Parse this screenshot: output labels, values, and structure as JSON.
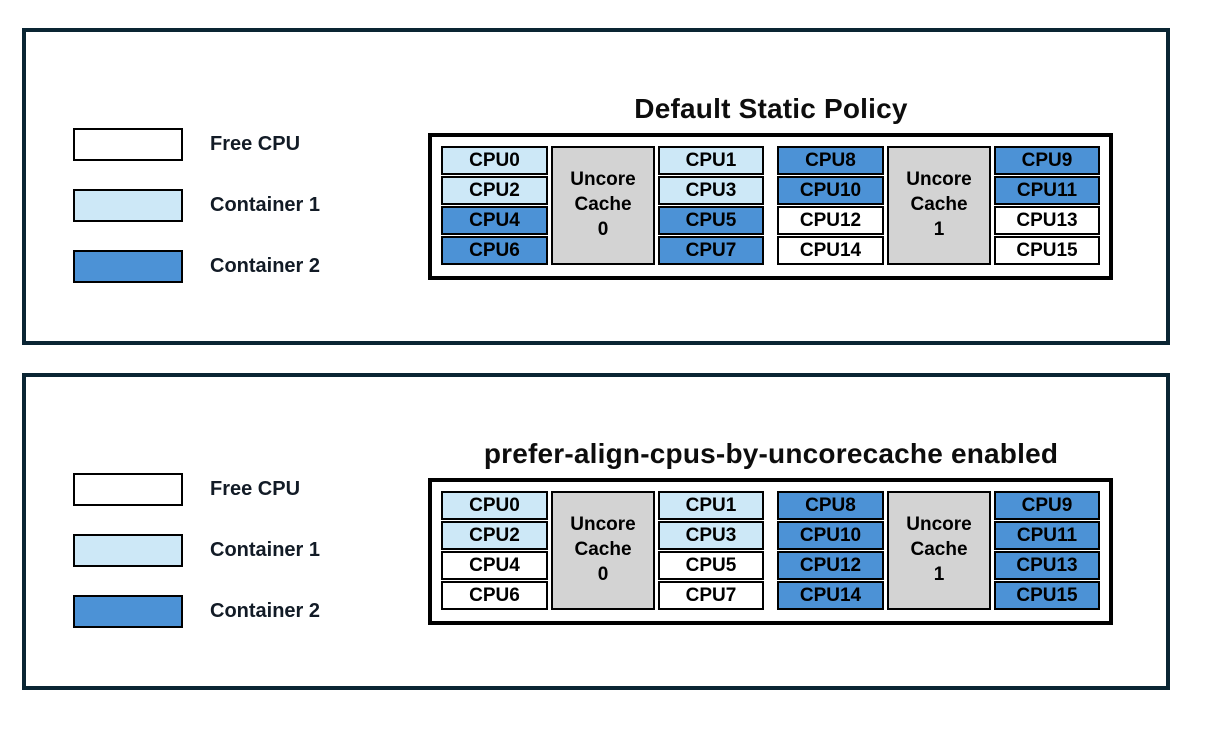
{
  "colors": {
    "free": "#ffffff",
    "container1": "#cde8f7",
    "container2": "#4c92d6",
    "cache": "#d3d3d3",
    "panel_border": "#0a2533",
    "cell_border": "#000000",
    "text": "#0d0d0d"
  },
  "legend": {
    "items": [
      {
        "label": "Free CPU",
        "state": "free"
      },
      {
        "label": "Container 1",
        "state": "container1"
      },
      {
        "label": "Container 2",
        "state": "container2"
      }
    ]
  },
  "panels": [
    {
      "title": "Default Static Policy",
      "caches": [
        {
          "label_lines": [
            "Uncore",
            "Cache",
            "0"
          ],
          "left": [
            {
              "id": "CPU0",
              "state": "container1"
            },
            {
              "id": "CPU2",
              "state": "container1"
            },
            {
              "id": "CPU4",
              "state": "container2"
            },
            {
              "id": "CPU6",
              "state": "container2"
            }
          ],
          "right": [
            {
              "id": "CPU1",
              "state": "container1"
            },
            {
              "id": "CPU3",
              "state": "container1"
            },
            {
              "id": "CPU5",
              "state": "container2"
            },
            {
              "id": "CPU7",
              "state": "container2"
            }
          ]
        },
        {
          "label_lines": [
            "Uncore",
            "Cache",
            "1"
          ],
          "left": [
            {
              "id": "CPU8",
              "state": "container2"
            },
            {
              "id": "CPU10",
              "state": "container2"
            },
            {
              "id": "CPU12",
              "state": "free"
            },
            {
              "id": "CPU14",
              "state": "free"
            }
          ],
          "right": [
            {
              "id": "CPU9",
              "state": "container2"
            },
            {
              "id": "CPU11",
              "state": "container2"
            },
            {
              "id": "CPU13",
              "state": "free"
            },
            {
              "id": "CPU15",
              "state": "free"
            }
          ]
        }
      ]
    },
    {
      "title": "prefer-align-cpus-by-uncorecache enabled",
      "caches": [
        {
          "label_lines": [
            "Uncore",
            "Cache",
            "0"
          ],
          "left": [
            {
              "id": "CPU0",
              "state": "container1"
            },
            {
              "id": "CPU2",
              "state": "container1"
            },
            {
              "id": "CPU4",
              "state": "free"
            },
            {
              "id": "CPU6",
              "state": "free"
            }
          ],
          "right": [
            {
              "id": "CPU1",
              "state": "container1"
            },
            {
              "id": "CPU3",
              "state": "container1"
            },
            {
              "id": "CPU5",
              "state": "free"
            },
            {
              "id": "CPU7",
              "state": "free"
            }
          ]
        },
        {
          "label_lines": [
            "Uncore",
            "Cache",
            "1"
          ],
          "left": [
            {
              "id": "CPU8",
              "state": "container2"
            },
            {
              "id": "CPU10",
              "state": "container2"
            },
            {
              "id": "CPU12",
              "state": "container2"
            },
            {
              "id": "CPU14",
              "state": "container2"
            }
          ],
          "right": [
            {
              "id": "CPU9",
              "state": "container2"
            },
            {
              "id": "CPU11",
              "state": "container2"
            },
            {
              "id": "CPU13",
              "state": "container2"
            },
            {
              "id": "CPU15",
              "state": "container2"
            }
          ]
        }
      ]
    }
  ]
}
